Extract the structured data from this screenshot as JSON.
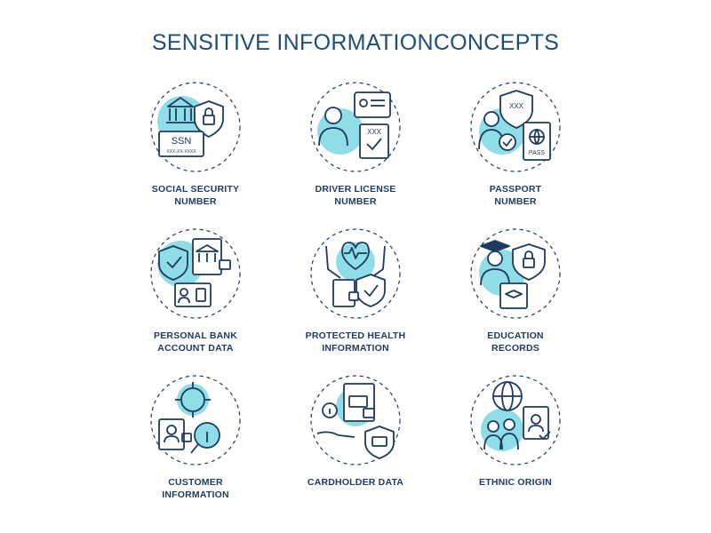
{
  "title": "SENSITIVE INFORMATIONCONCEPTS",
  "colors": {
    "accent": "#8fdde6",
    "stroke": "#1f3a5f",
    "title": "#1f4e79"
  },
  "icons": [
    {
      "name": "social-security-number-icon",
      "label_lines": [
        "SOCIAL SECURITY",
        "NUMBER"
      ],
      "texts": {
        "card": "SSN",
        "mask": "XXX-XX-XXXX"
      }
    },
    {
      "name": "driver-license-number-icon",
      "label_lines": [
        "DRIVER LICENSE",
        "NUMBER"
      ],
      "texts": {
        "mask": "XXX"
      }
    },
    {
      "name": "passport-number-icon",
      "label_lines": [
        "PASSPORT",
        "NUMBER"
      ],
      "texts": {
        "mask": "XXX",
        "book": "PASS"
      }
    },
    {
      "name": "personal-bank-account-data-icon",
      "label_lines": [
        "PERSONAL BANK",
        "ACCOUNT DATA"
      ],
      "texts": {}
    },
    {
      "name": "protected-health-information-icon",
      "label_lines": [
        "PROTECTED HEALTH",
        "INFORMATION"
      ],
      "texts": {}
    },
    {
      "name": "education-records-icon",
      "label_lines": [
        "EDUCATION",
        "RECORDS"
      ],
      "texts": {}
    },
    {
      "name": "customer-information-icon",
      "label_lines": [
        "CUSTOMER",
        "INFORMATION"
      ],
      "texts": {}
    },
    {
      "name": "cardholder-data-icon",
      "label_lines": [
        "CARDHOLDER DATA"
      ],
      "texts": {}
    },
    {
      "name": "ethnic-origin-icon",
      "label_lines": [
        "ETHNIC ORIGIN"
      ],
      "texts": {}
    }
  ]
}
